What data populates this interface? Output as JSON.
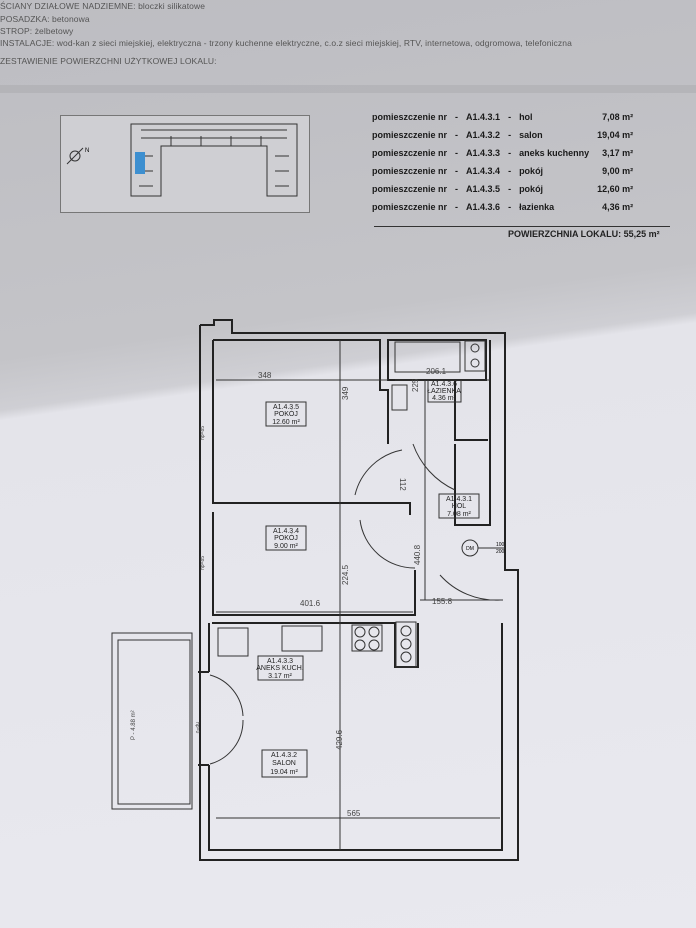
{
  "header_lines": [
    "ŚCIANY DZIAŁOWE NADZIEMNE: bloczki silikatowe",
    "POSADZKA: betonowa",
    "STROP: żelbetowy",
    "INSTALACJE: wod-kan z sieci miejskiej, elektryczna - trzony kuchenne elektryczne, c.o.z sieci miejskiej, RTV, internetowa, odgromowa, telefoniczna",
    "ZESTAWIENIE POWIERZCHNI UŻYTKOWEJ LOKALU:"
  ],
  "rooms": [
    {
      "prefix": "pomieszczenie nr",
      "id": "A1.4.3.1",
      "name": "hol",
      "area": "7,08 m²"
    },
    {
      "prefix": "pomieszczenie nr",
      "id": "A1.4.3.2",
      "name": "salon",
      "area": "19,04 m²"
    },
    {
      "prefix": "pomieszczenie nr",
      "id": "A1.4.3.3",
      "name": "aneks kuchenny",
      "area": "3,17 m²"
    },
    {
      "prefix": "pomieszczenie nr",
      "id": "A1.4.3.4",
      "name": "pokój",
      "area": "9,00 m²"
    },
    {
      "prefix": "pomieszczenie nr",
      "id": "A1.4.3.5",
      "name": "pokój",
      "area": "12,60 m²"
    },
    {
      "prefix": "pomieszczenie nr",
      "id": "A1.4.3.6",
      "name": "łazienka",
      "area": "4,36 m²"
    }
  ],
  "total": "POWIERZCHNIA LOKALU: 55,25 m²",
  "plan": {
    "labels": {
      "pokoj5": [
        "A1.4.3.5",
        "POKÓJ",
        "12.60 m²"
      ],
      "pokoj4": [
        "A1.4.3.4",
        "POKÓJ",
        "9.00 m²"
      ],
      "lazienka": [
        "A1.4.3.6",
        "ŁAZIENKA",
        "4.36 m²"
      ],
      "hol": [
        "A1.4.3.1",
        "HOL",
        "7.08 m²"
      ],
      "aneks": [
        "A1.4.3.3",
        "ANEKS KUCH.",
        "3.17 m²"
      ],
      "salon": [
        "A1.4.3.2",
        "SALON",
        "19.04 m²"
      ]
    },
    "dims": {
      "d348": "348",
      "d349": "349",
      "d206": "206.1",
      "d225": "225",
      "d112": "112",
      "d224": "224.5",
      "d440": "440.8",
      "d401": "401.6",
      "d155": "155.8",
      "d429": "429.6",
      "d565": "565"
    },
    "balcony": "P - 4.88 m²",
    "dm": "DM",
    "dm_ratio_top": "100",
    "dm_ratio_bottom": "200",
    "win1": "hp=85",
    "win2": "hp=85",
    "door_hp": "hp=0",
    "north": "N"
  }
}
